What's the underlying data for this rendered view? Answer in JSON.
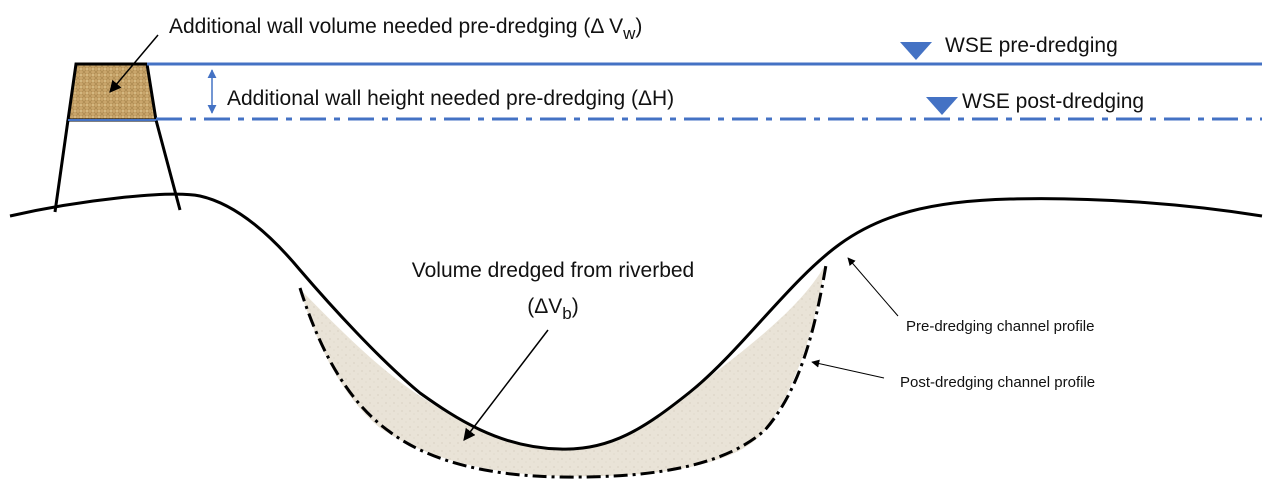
{
  "labels": {
    "wall_volume": {
      "prefix": "Additional wall volume needed pre-dredging (Δ V",
      "sub": "w",
      "suffix": ")"
    },
    "wall_height": "Additional wall height needed pre-dredging (ΔH)",
    "wse_pre": "WSE pre-dredging",
    "wse_post": "WSE post-dredging",
    "volume_dredged": "Volume dredged from riverbed",
    "volume_dredged_symbol": {
      "prefix": "(ΔV",
      "sub": "b",
      "suffix": ")"
    },
    "pre_profile": "Pre-dredging channel profile",
    "post_profile": "Post-dredging channel profile"
  },
  "colors": {
    "water_line": "#4472c4",
    "ground_line": "#000000",
    "dredged_fill": "#e8e2d6",
    "wall_fill": "#c6a56a"
  }
}
